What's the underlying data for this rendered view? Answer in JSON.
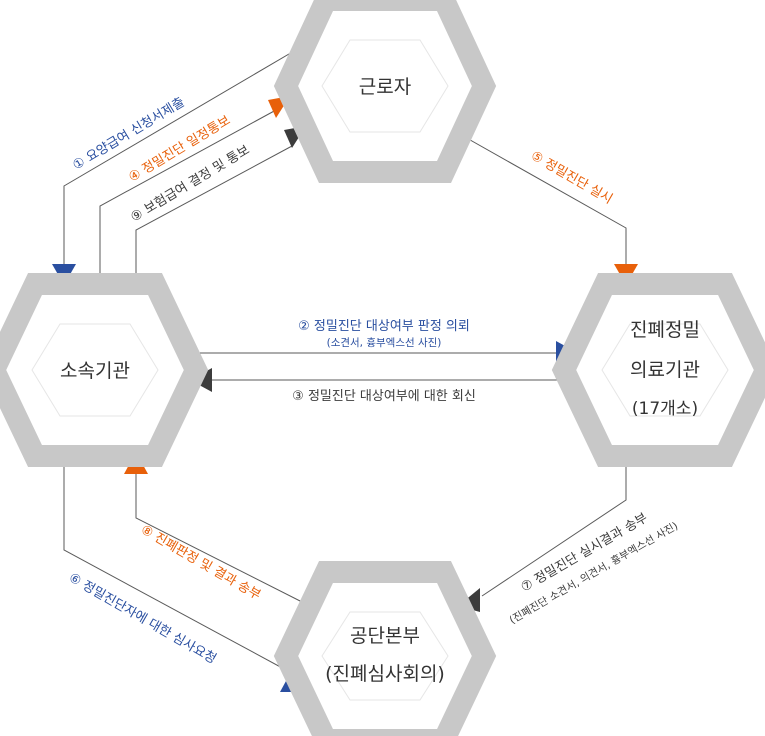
{
  "colors": {
    "hex_outer": "#c8c8c8",
    "hex_inner_border": "#e6e6e6",
    "line": "#5a5a5a",
    "blue": "#2a4fa0",
    "orange": "#e8600a",
    "dark": "#3c3c3c",
    "text": "#333333"
  },
  "nodes": {
    "worker": "근로자",
    "employer": "소속기관",
    "hospital_line1": "진폐정밀",
    "hospital_line2": "의료기관",
    "hospital_line3": "(17개소)",
    "corp_line1": "공단본부",
    "corp_line2": "(진폐심사회의)"
  },
  "steps": {
    "s1": "① 요양급여 신청서제출",
    "s4": "④ 정밀진단 일정통보",
    "s9": "⑨ 보험급여 결정 및 통보",
    "s5": "⑤ 정밀진단 실시",
    "s2": "② 정밀진단 대상여부 판정 의뢰",
    "s2_sub": "(소견서, 흉부엑스선 사진)",
    "s3": "③ 정밀진단 대상여부에 대한 회신",
    "s7": "⑦ 정밀진단 실시결과 송부",
    "s7_sub": "(진폐진단 소견서, 의견서, 흉부엑스선 사진)",
    "s8": "⑧ 진폐판정 및 결과 송부",
    "s6": "⑥ 정밀진단자에 대한 심사요청"
  }
}
